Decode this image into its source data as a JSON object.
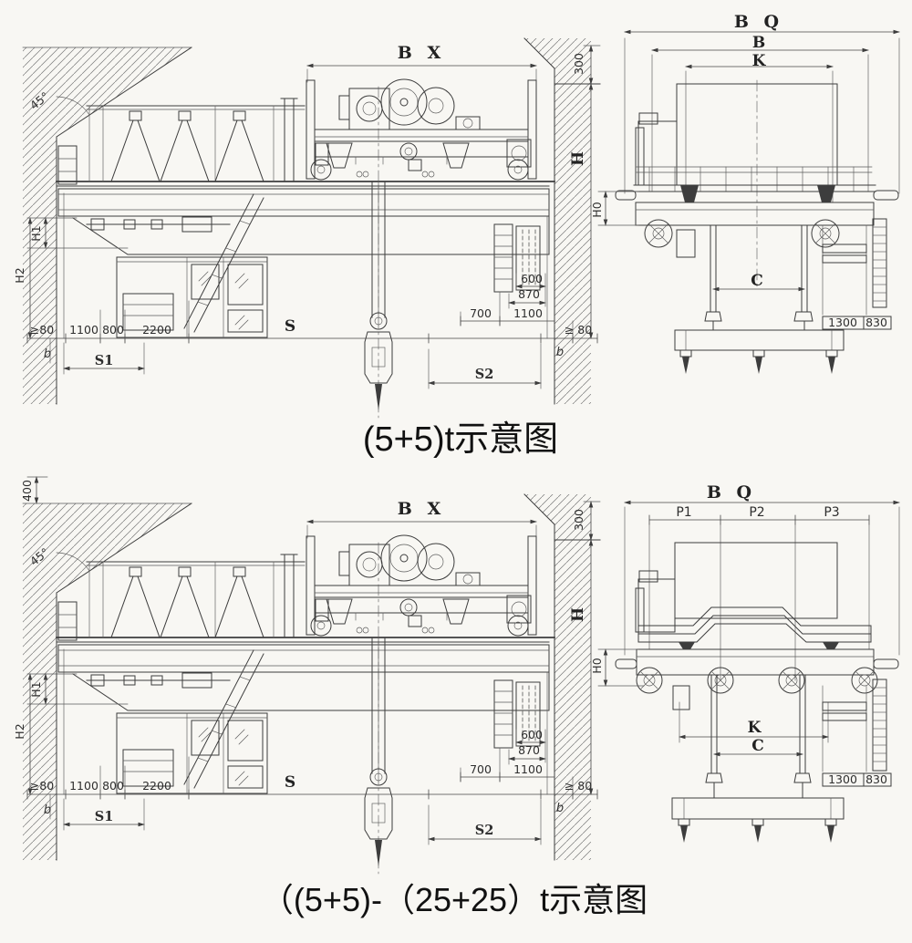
{
  "page": {
    "background": "#f8f7f3",
    "line_color": "#3d3d3d"
  },
  "top_diagram": {
    "caption": "(5+5)t示意图",
    "front_view": {
      "labels": {
        "angle": "45°",
        "bx": "B X",
        "offset_300": "300",
        "h": "H",
        "h1": "H1",
        "h2": "H2",
        "ge80_left": "≥80",
        "d1100_left": "1100",
        "d800": "800",
        "d2200": "2200",
        "s": "S",
        "b_left": "b",
        "s1": "S1",
        "s2": "S2",
        "d600": "600",
        "d870": "870",
        "d700": "700",
        "d1100_right": "1100",
        "ge80_right": "≥ 80",
        "b_right": "b"
      }
    },
    "side_view": {
      "labels": {
        "bq": "B Q",
        "b": "B",
        "k": "K",
        "h0": "H0",
        "c": "C",
        "d1300": "1300",
        "d830": "830"
      }
    }
  },
  "bottom_diagram": {
    "caption": "（(5+5)-（25+25）t示意图",
    "front_view": {
      "labels": {
        "offset_400": "400",
        "angle": "45°",
        "bx": "B X",
        "offset_300": "300",
        "h": "H",
        "h1": "H1",
        "h2": "H2",
        "ge80_left": "≥80",
        "d1100_left": "1100",
        "d800": "800",
        "d2200": "2200",
        "s": "S",
        "b_left": "b",
        "s1": "S1",
        "s2": "S2",
        "d600": "600",
        "d870": "870",
        "d700": "700",
        "d1100_right": "1100",
        "ge80_right": "≥ 80",
        "b_right": "b"
      }
    },
    "side_view": {
      "labels": {
        "bq": "B Q",
        "p1": "P1",
        "p2": "P2",
        "p3": "P3",
        "h0": "H0",
        "k": "K",
        "c": "C",
        "d1300": "1300",
        "d830": "830"
      }
    }
  }
}
